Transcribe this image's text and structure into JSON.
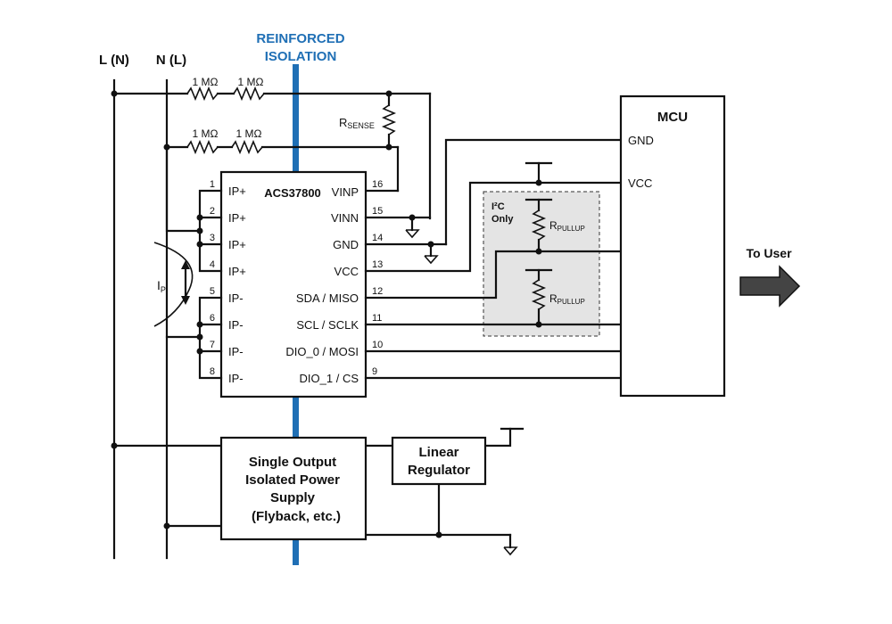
{
  "lines": {
    "left": "L (N)",
    "right": "N (L)"
  },
  "isolation": {
    "line1": "REINFORCED",
    "line2": "ISOLATION",
    "color": "#1f6fb5"
  },
  "resistors": {
    "r1": "1 MΩ",
    "r2": "1 MΩ",
    "r3": "1 MΩ",
    "r4": "1 MΩ"
  },
  "rsense": {
    "main": "R",
    "sub": "SENSE"
  },
  "chip": {
    "name": "ACS37800",
    "left_pins": [
      {
        "num": "1",
        "label": "IP+"
      },
      {
        "num": "2",
        "label": "IP+"
      },
      {
        "num": "3",
        "label": "IP+"
      },
      {
        "num": "4",
        "label": "IP+"
      },
      {
        "num": "5",
        "label": "IP-"
      },
      {
        "num": "6",
        "label": "IP-"
      },
      {
        "num": "7",
        "label": "IP-"
      },
      {
        "num": "8",
        "label": "IP-"
      }
    ],
    "right_pins": [
      {
        "num": "16",
        "label": "VINP"
      },
      {
        "num": "15",
        "label": "VINN"
      },
      {
        "num": "14",
        "label": "GND"
      },
      {
        "num": "13",
        "label": "VCC"
      },
      {
        "num": "12",
        "label": "SDA / MISO"
      },
      {
        "num": "11",
        "label": "SCL / SCLK"
      },
      {
        "num": "10",
        "label": "DIO_0 / MOSI"
      },
      {
        "num": "9",
        "label": "DIO_1 / CS"
      }
    ]
  },
  "current": {
    "main": "I",
    "sub": "P"
  },
  "mcu": {
    "title": "MCU",
    "gnd": "GND",
    "vcc": "VCC"
  },
  "i2c": {
    "line1": "I²C",
    "line2": "Only"
  },
  "pullup": {
    "main": "R",
    "sub": "PULLUP"
  },
  "to_user": "To User",
  "power_supply": {
    "l1": "Single Output",
    "l2": "Isolated Power",
    "l3": "Supply",
    "l4": "(Flyback, etc.)"
  },
  "regulator": {
    "l1": "Linear",
    "l2": "Regulator"
  }
}
